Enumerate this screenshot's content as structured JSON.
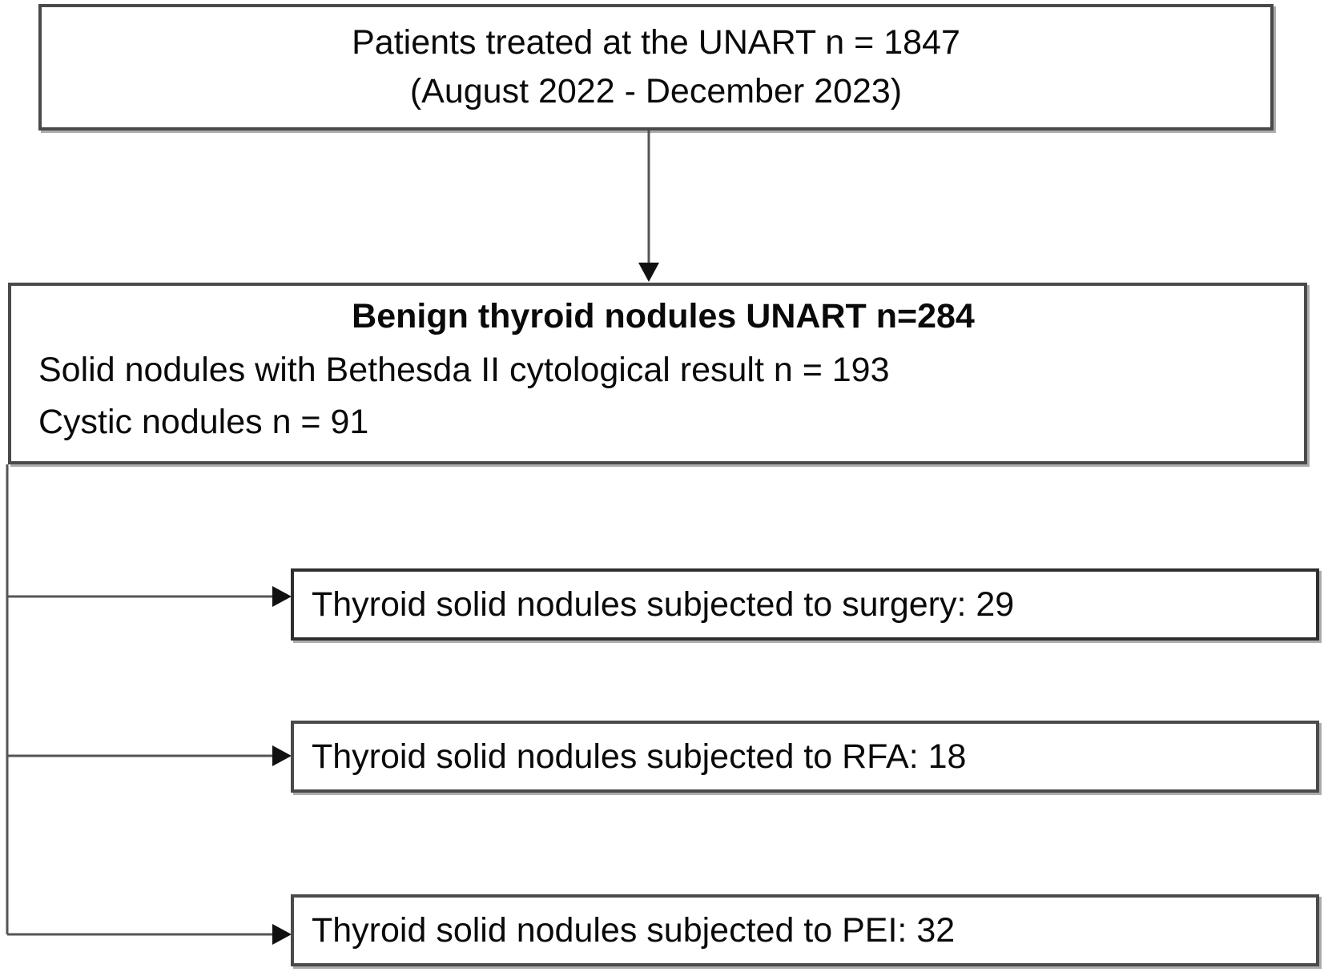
{
  "diagram": {
    "top_box": {
      "line1": "Patients treated at the UNART n = 1847",
      "line2": "(August 2022 - December 2023)"
    },
    "main_box": {
      "title": "Benign thyroid nodules UNART n=284",
      "line1": "Solid nodules with Bethesda II cytological result n = 193",
      "line2": "Cystic nodules n = 91"
    },
    "branches": [
      {
        "label": "Thyroid solid nodules subjected to surgery: 29"
      },
      {
        "label": "Thyroid solid nodules subjected to RFA: 18"
      },
      {
        "label": "Thyroid solid nodules subjected to PEI: 32"
      }
    ],
    "colors": {
      "border": "#4a4a4a",
      "connector": "#555555",
      "arrowhead": "#111111",
      "background": "#ffffff",
      "text": "#0a0a0a"
    }
  }
}
